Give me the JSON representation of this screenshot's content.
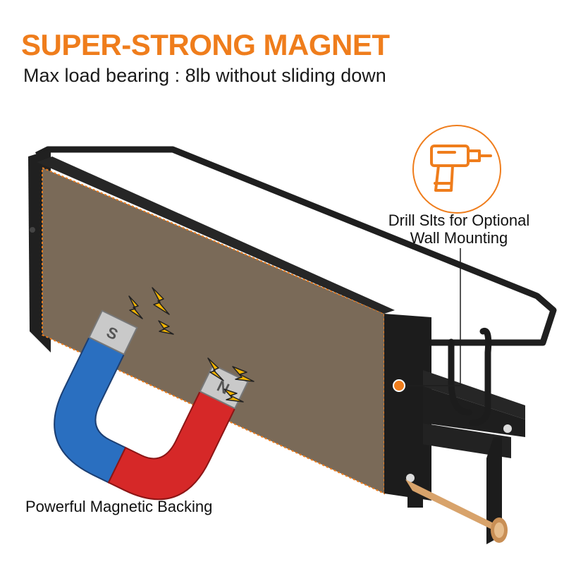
{
  "colors": {
    "accent": "#ef7d1c",
    "rack_black": "#1f1f1f",
    "backing_brown": "#7a6a58",
    "magnet_blue": "#2a6fc0",
    "magnet_red": "#d62828",
    "dowel_wood": "#d8a36b"
  },
  "headline": {
    "title": "SUPER-STRONG MAGNET",
    "subtitle": "Max load bearing : 8lb without sliding down"
  },
  "callouts": {
    "drill_line1": "Drill Slts for Optional",
    "drill_line2": "Wall Mounting",
    "magnetic_backing": "Powerful Magnetic Backing"
  },
  "magnet": {
    "left_pole": "S",
    "right_pole": "N"
  },
  "icons": [
    "drill-icon",
    "lightning-icon",
    "horseshoe-magnet-icon"
  ]
}
